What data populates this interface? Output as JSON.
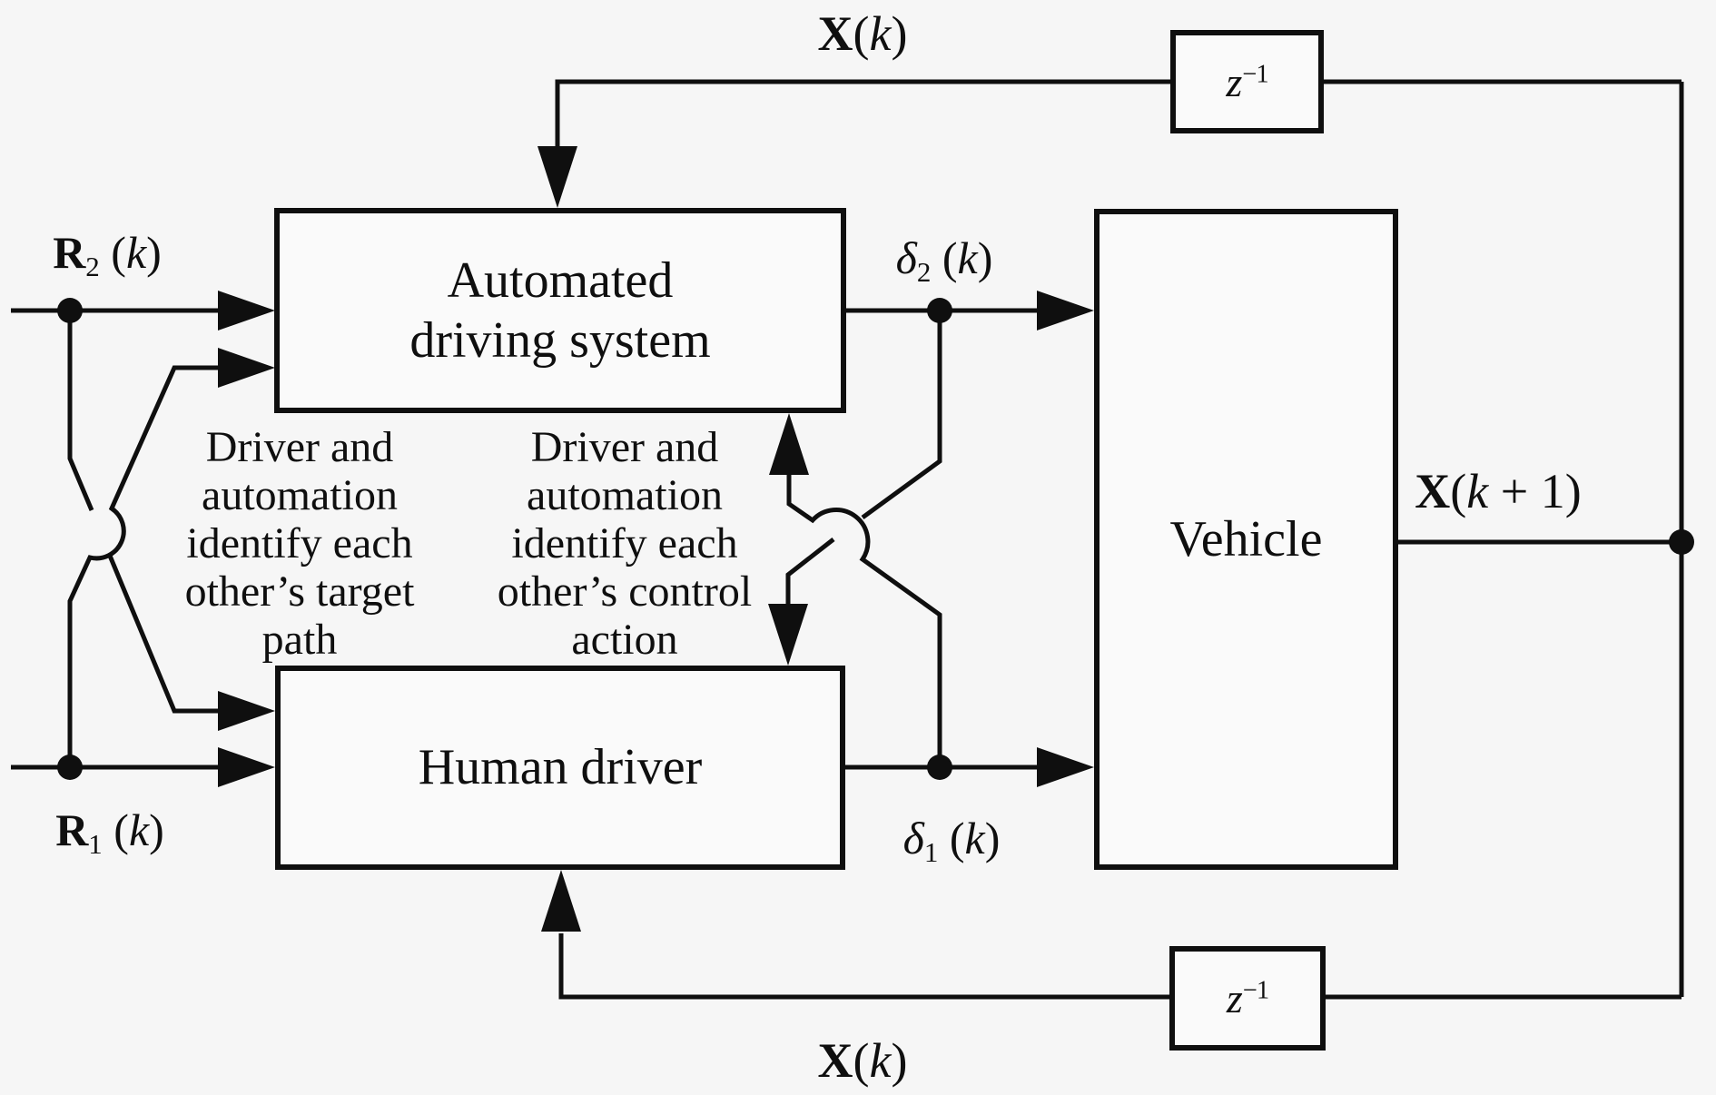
{
  "colors": {
    "background": "#f6f6f6",
    "ink": "#0f0f0f",
    "box_fill": "#fafafa"
  },
  "boxes": {
    "automated": {
      "line1": "Automated",
      "line2": "driving system"
    },
    "human": {
      "label": "Human driver"
    },
    "vehicle": {
      "label": "Vehicle"
    },
    "delay_top": {
      "base": "z",
      "sup": "−1"
    },
    "delay_bottom": {
      "base": "z",
      "sup": "−1"
    }
  },
  "signals": {
    "r2": {
      "sym": "R",
      "sub": "2",
      "open": " (",
      "var": "k",
      "close": ")"
    },
    "r1": {
      "sym": "R",
      "sub": "1",
      "open": " (",
      "var": "k",
      "close": ")"
    },
    "delta2": {
      "sym": "δ",
      "sub": "2",
      "open": " (",
      "var": "k",
      "close": ")"
    },
    "delta1": {
      "sym": "δ",
      "sub": "1",
      "open": " (",
      "var": "k",
      "close": ")"
    },
    "x_top": {
      "sym": "X",
      "open": "(",
      "var": "k",
      "close": ")"
    },
    "x_bottom": {
      "sym": "X",
      "open": "(",
      "var": "k",
      "close": ")"
    },
    "x_next": {
      "sym": "X",
      "open": "(",
      "var": "k",
      "close": " + 1)"
    }
  },
  "annotations": {
    "left": [
      "Driver and",
      "automation",
      "identify each",
      "other’s target",
      "path"
    ],
    "right": [
      "Driver and",
      "automation",
      "identify each",
      "other’s control",
      "action"
    ]
  }
}
